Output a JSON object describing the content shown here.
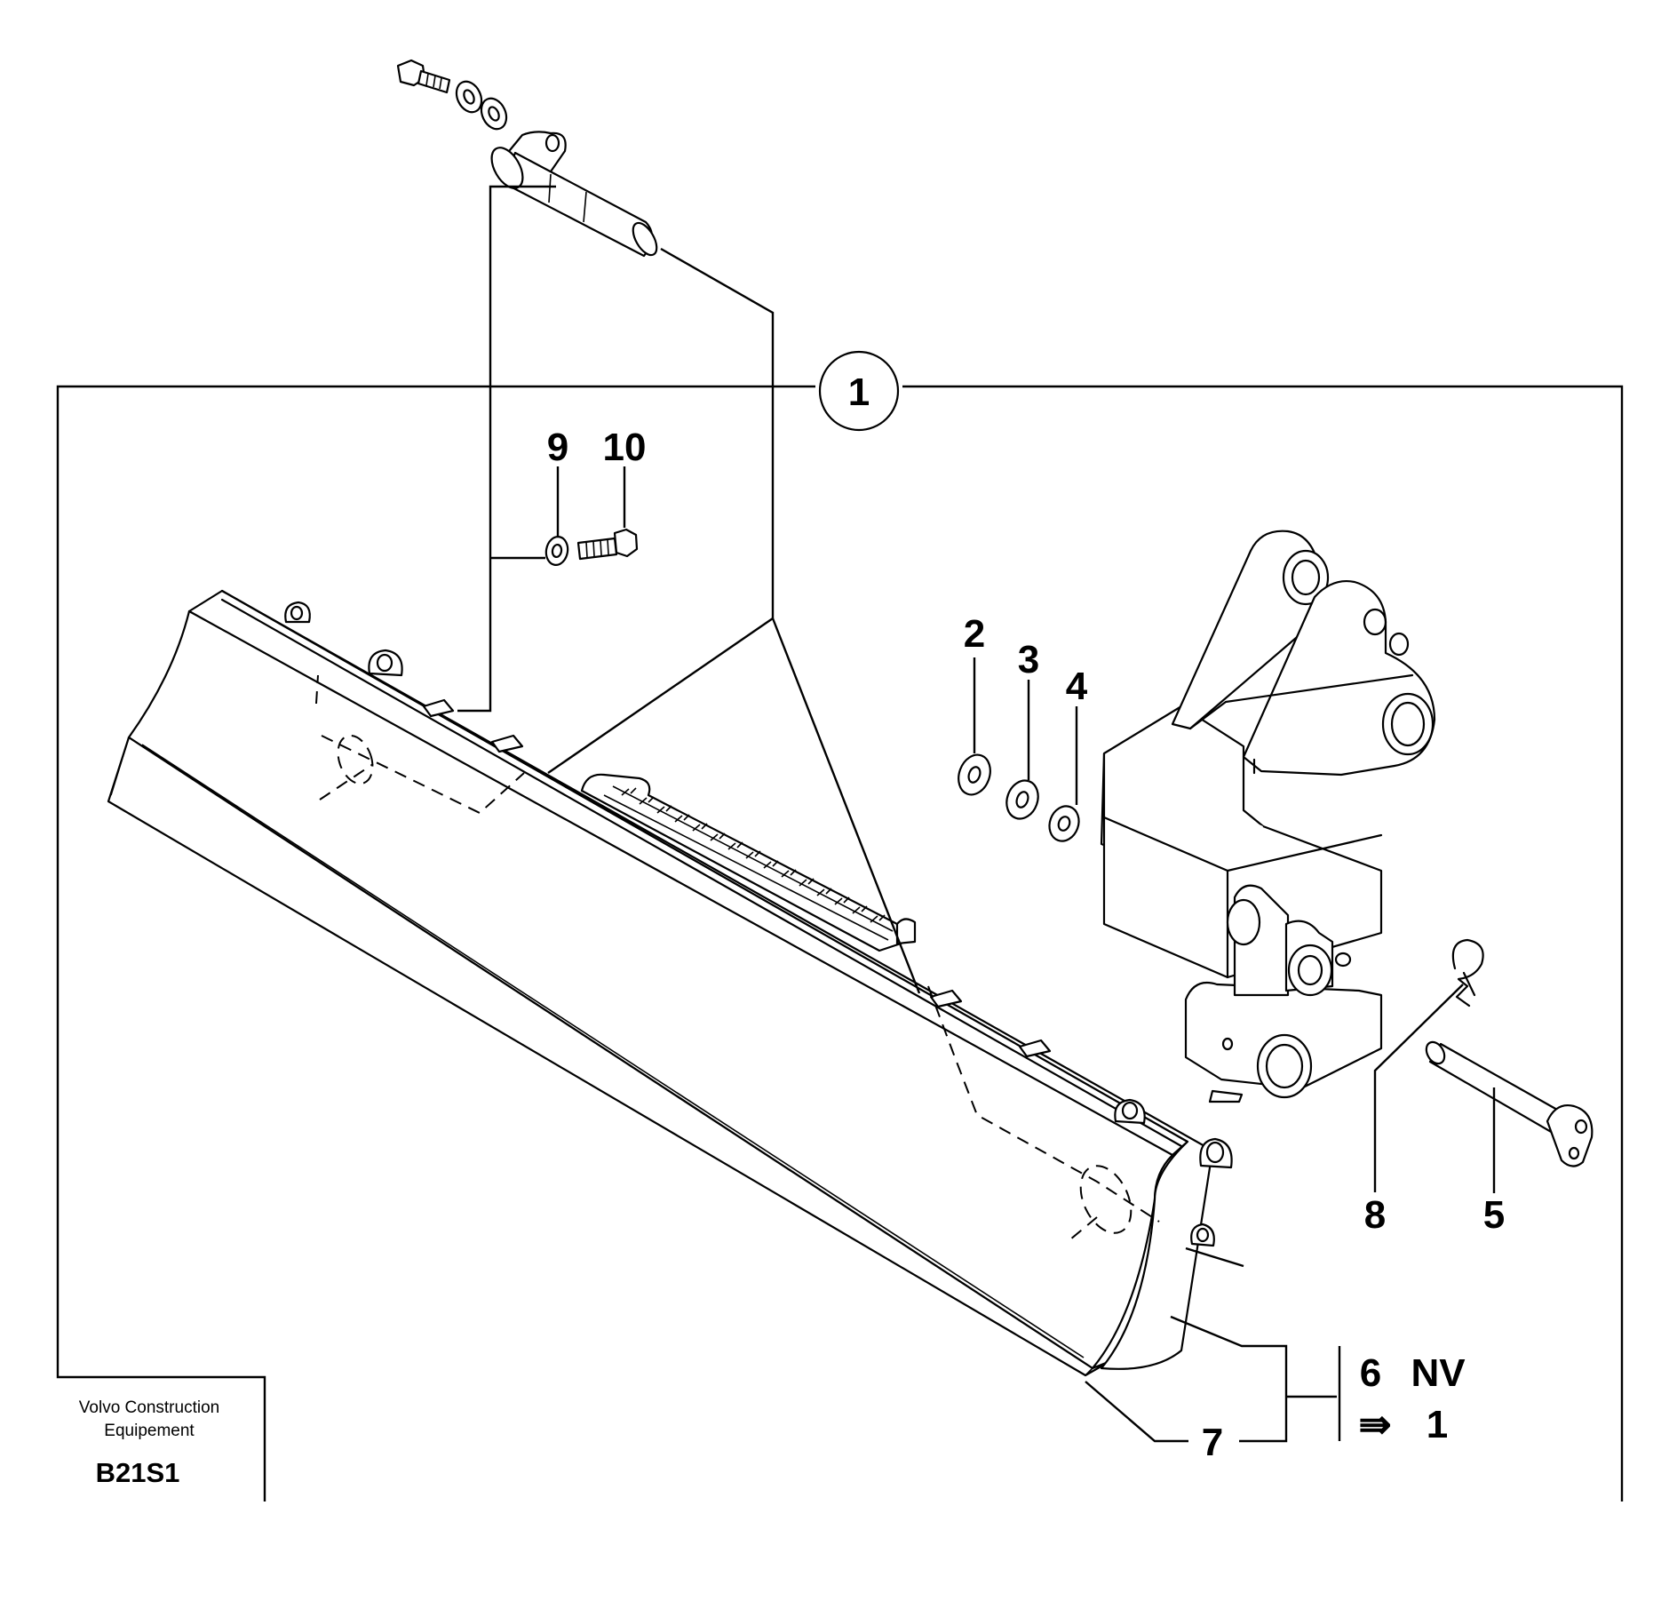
{
  "callouts": {
    "assembly": "1",
    "p2": "2",
    "p3": "3",
    "p4": "4",
    "p5": "5",
    "p6": "6",
    "p7": "7",
    "p8": "8",
    "p9": "9",
    "p10": "10"
  },
  "note": {
    "nv": "NV",
    "ref_arrow": "⇛",
    "ref_target": "1"
  },
  "brand": {
    "line1": "Volvo Construction",
    "line2": "Equipement"
  },
  "drawing_code": "B21S1"
}
